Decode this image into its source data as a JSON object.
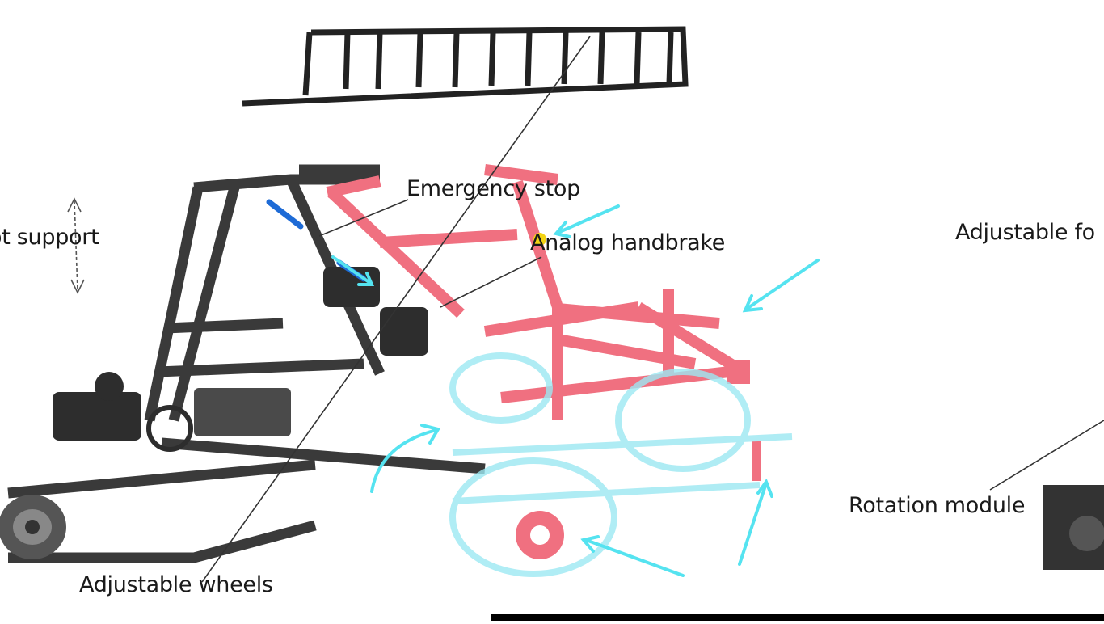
{
  "diagram": {
    "labels": {
      "foot_support_left": "ot support",
      "emergency_stop": "Emergency stop",
      "analog_handbrake": "Analog handbrake",
      "foot_support_right": "Adjustable fo",
      "rotation_module": "Rotation module",
      "adjustable_wheels": "Adjustable wheels"
    },
    "colors": {
      "frame_dark": "#3a3a3a",
      "frame_red": "#f07080",
      "wheels_cyan": "#6ee0ee",
      "arrow_cyan": "#55e3f0",
      "handle_blue": "#1e6bd6",
      "brake_yellow": "#f3d313",
      "text": "#1a1a1a"
    }
  }
}
